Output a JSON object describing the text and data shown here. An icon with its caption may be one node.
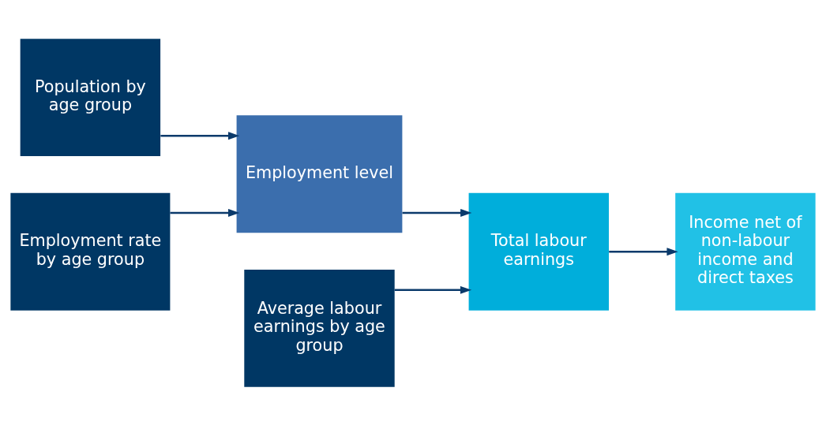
{
  "diagram": {
    "nodes": [
      {
        "text": [
          "Population by age group"
        ]
      },
      {
        "text": [
          "Employment rate by age group"
        ]
      },
      {
        "text": [
          "Average labour earnings by age group"
        ]
      },
      {
        "text": [
          "Employment level"
        ]
      },
      {
        "text": [
          "Total labour earnings"
        ]
      },
      {
        "text": [
          "Income net of non-labour income and direct taxes"
        ]
      }
    ],
    "edges": [
      {
        "from": 0,
        "to": 3,
        "arrow": "to"
      },
      {
        "from": 1,
        "to": 3,
        "arrow": "to"
      },
      {
        "from": 3,
        "to": 4,
        "arrow": "to"
      },
      {
        "from": 2,
        "to": 4,
        "arrow": "to"
      },
      {
        "from": 4,
        "to": 5,
        "arrow": "to"
      }
    ]
  }
}
